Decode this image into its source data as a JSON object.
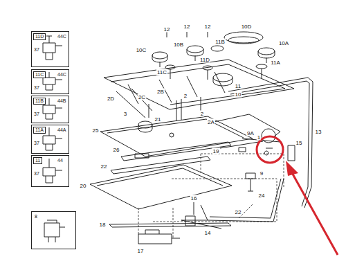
{
  "diagram": {
    "nodes": [
      {
        "text": [
          "11D",
          "44C",
          "37"
        ]
      },
      {
        "text": [
          "11C",
          "44C",
          "37"
        ]
      },
      {
        "text": [
          "11B",
          "44B",
          "37"
        ]
      },
      {
        "text": [
          "11A",
          "44A",
          "37"
        ]
      },
      {
        "text": [
          "11",
          "44",
          "37"
        ]
      },
      {
        "text": [
          "8"
        ]
      }
    ],
    "labels": [
      "12",
      "12",
      "12",
      "10D",
      "10C",
      "10B",
      "11B",
      "10A",
      "11D",
      "11C",
      "11A",
      "2D",
      "2C",
      "2B",
      "2",
      "11",
      "10",
      "2",
      "2A",
      "3",
      "21",
      "13",
      "25",
      "9A",
      "15",
      "19",
      "1",
      "26",
      "22",
      "9",
      "24",
      "20",
      "22",
      "16",
      "18",
      "14",
      "17"
    ]
  }
}
